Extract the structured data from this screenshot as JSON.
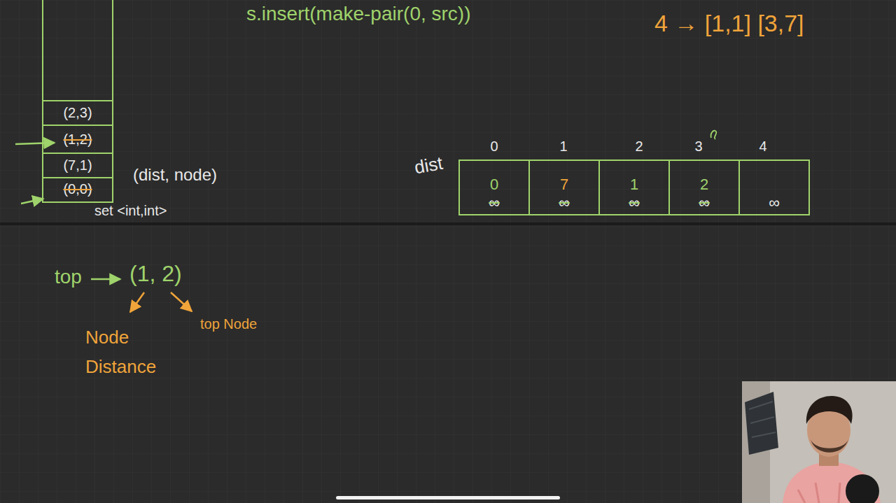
{
  "diagram": {
    "nodes": [
      {
        "text": [
          "set <int,int>"
        ]
      },
      {
        "text": [
          "(2,3)"
        ],
        "in": 0
      },
      {
        "text": [
          "(1,2)"
        ],
        "in": 0
      },
      {
        "text": [
          "(7,1)"
        ],
        "in": 0
      },
      {
        "text": [
          "(0,0)"
        ],
        "in": 0
      },
      {
        "text": [
          "0",
          "∞"
        ]
      },
      {
        "text": [
          "7",
          "∞"
        ]
      },
      {
        "text": [
          "1",
          "∞"
        ]
      },
      {
        "text": [
          "2",
          "∞"
        ]
      },
      {
        "text": [
          "∞"
        ]
      }
    ],
    "labels": [
      "s.insert(make-pair(0, src))",
      "4 → [1,1] [3,7]",
      "(dist, node)",
      "dist",
      "0",
      "1",
      "2",
      "3",
      "4",
      "top",
      "(1, 2)",
      "Node Distance",
      "top Node"
    ]
  }
}
